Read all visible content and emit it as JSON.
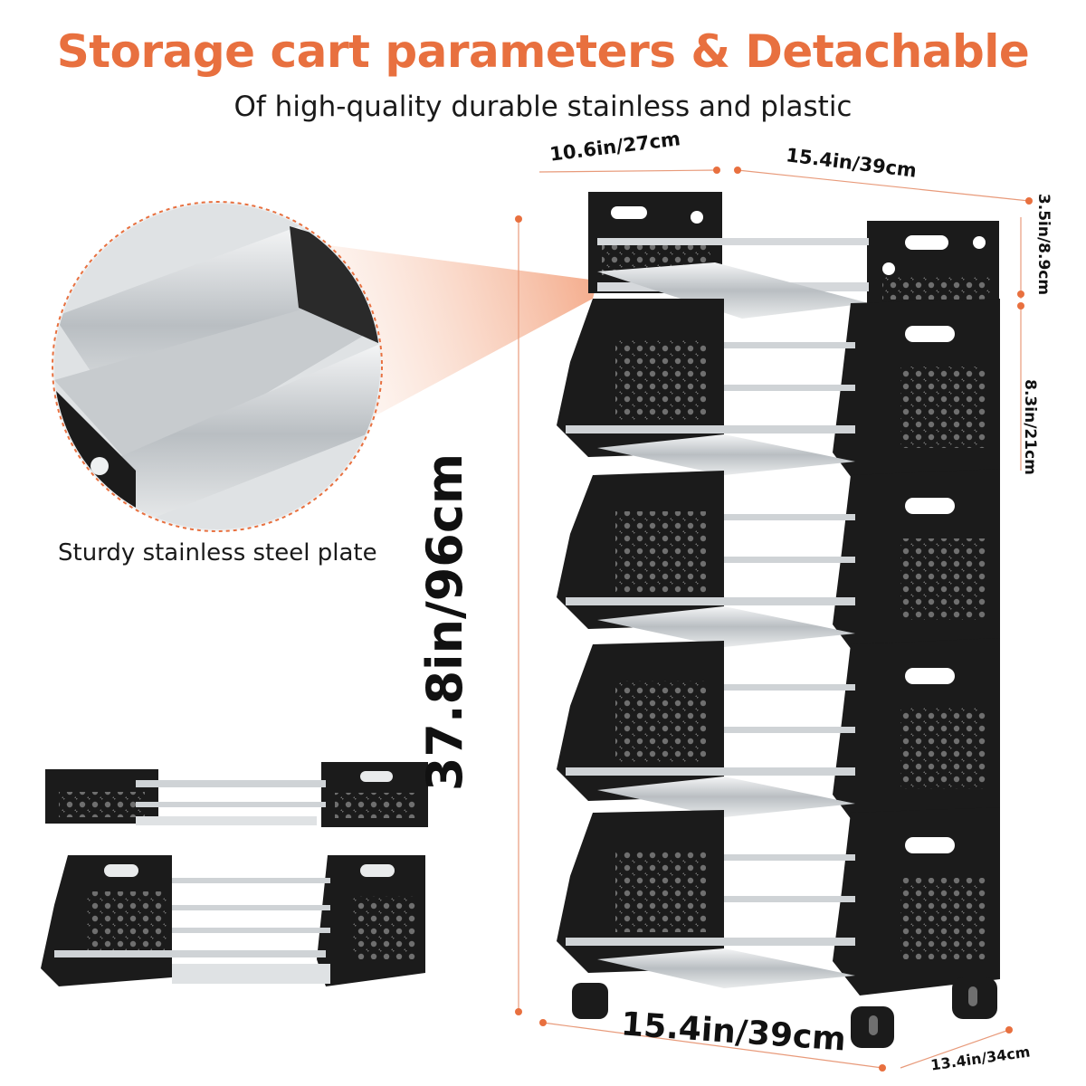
{
  "header": {
    "title": "Storage cart parameters & Detachable",
    "subtitle": "Of high-quality durable stainless  and plastic"
  },
  "callout": {
    "caption": "Sturdy stainless steel plate"
  },
  "dimensions": {
    "depth_top": "10.6in/27cm",
    "width_top": "15.4in/39cm",
    "tier_top_height": "3.5in/8.9cm",
    "tier_height": "8.3in/21cm",
    "total_height": "37.8in/96cm",
    "width_bottom": "15.4in/39cm",
    "depth_bottom": "13.4in/34cm"
  },
  "colors": {
    "accent": "#E8703F",
    "frame": "#1b1b1b",
    "steel": "#cfd3d6",
    "dimension_line": "#e89a7a"
  }
}
